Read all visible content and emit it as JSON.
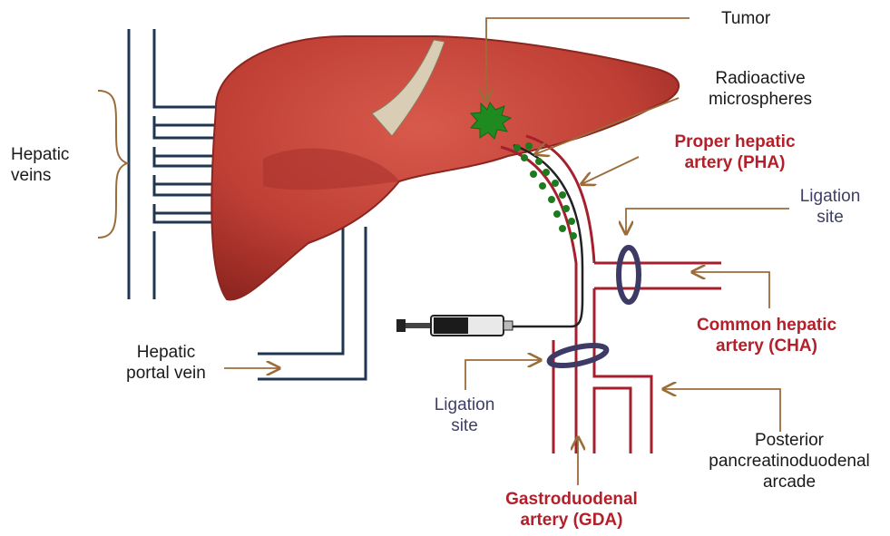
{
  "labels": {
    "tumor": "Tumor",
    "microspheres_1": "Radioactive",
    "microspheres_2": "microspheres",
    "pha_1": "Proper hepatic",
    "pha_2": "artery (PHA)",
    "ligation_top_1": "Ligation",
    "ligation_top_2": "site",
    "hepatic_veins_1": "Hepatic",
    "hepatic_veins_2": "veins",
    "cha_1": "Common hepatic",
    "cha_2": "artery (CHA)",
    "portal_vein_1": "Hepatic",
    "portal_vein_2": "portal vein",
    "ligation_bottom_1": "Ligation",
    "ligation_bottom_2": "site",
    "ppda_1": "Posterior",
    "ppda_2": "pancreatinoduodenal",
    "ppda_3": "arcade",
    "gda_1": "Gastroduodenal",
    "gda_2": "artery (GDA)"
  },
  "colors": {
    "liver": "#c0443a",
    "liver_dark": "#9a2a24",
    "vein": "#1f3550",
    "artery": "#a5202c",
    "arrow": "#9c6b3a",
    "microsphere": "#1e7a1e",
    "tumor": "#1f8a1f",
    "ligature": "#3d3a66",
    "label_red": "#b3202a",
    "label_gray": "#3f3f66"
  }
}
